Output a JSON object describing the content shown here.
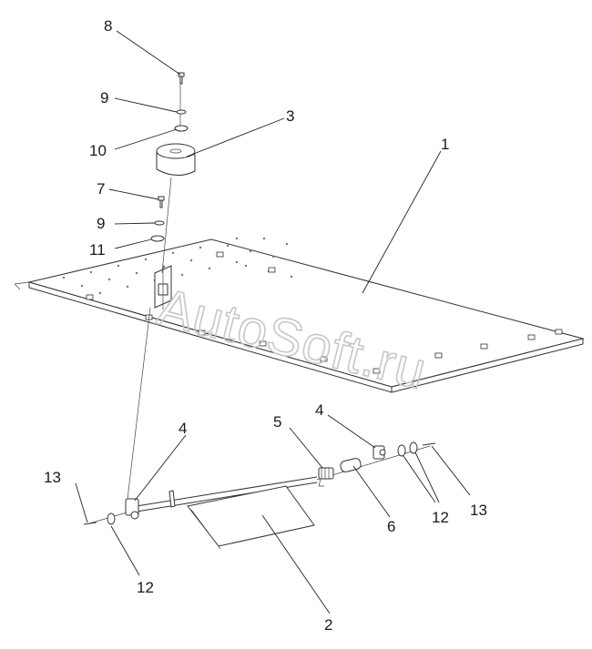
{
  "watermark": "AutoSoft.ru",
  "callouts": [
    {
      "id": "c8",
      "text": "8"
    },
    {
      "id": "c9a",
      "text": "9"
    },
    {
      "id": "c3",
      "text": "3"
    },
    {
      "id": "c1",
      "text": "1"
    },
    {
      "id": "c10",
      "text": "10"
    },
    {
      "id": "c7",
      "text": "7"
    },
    {
      "id": "c9b",
      "text": "9"
    },
    {
      "id": "c11",
      "text": "11"
    },
    {
      "id": "c5",
      "text": "5"
    },
    {
      "id": "c4a",
      "text": "4"
    },
    {
      "id": "c4b",
      "text": "4"
    },
    {
      "id": "c13a",
      "text": "13"
    },
    {
      "id": "c13b",
      "text": "13"
    },
    {
      "id": "c12a",
      "text": "12"
    },
    {
      "id": "c12b",
      "text": "12"
    },
    {
      "id": "c6",
      "text": "6"
    },
    {
      "id": "c2",
      "text": "2"
    }
  ]
}
